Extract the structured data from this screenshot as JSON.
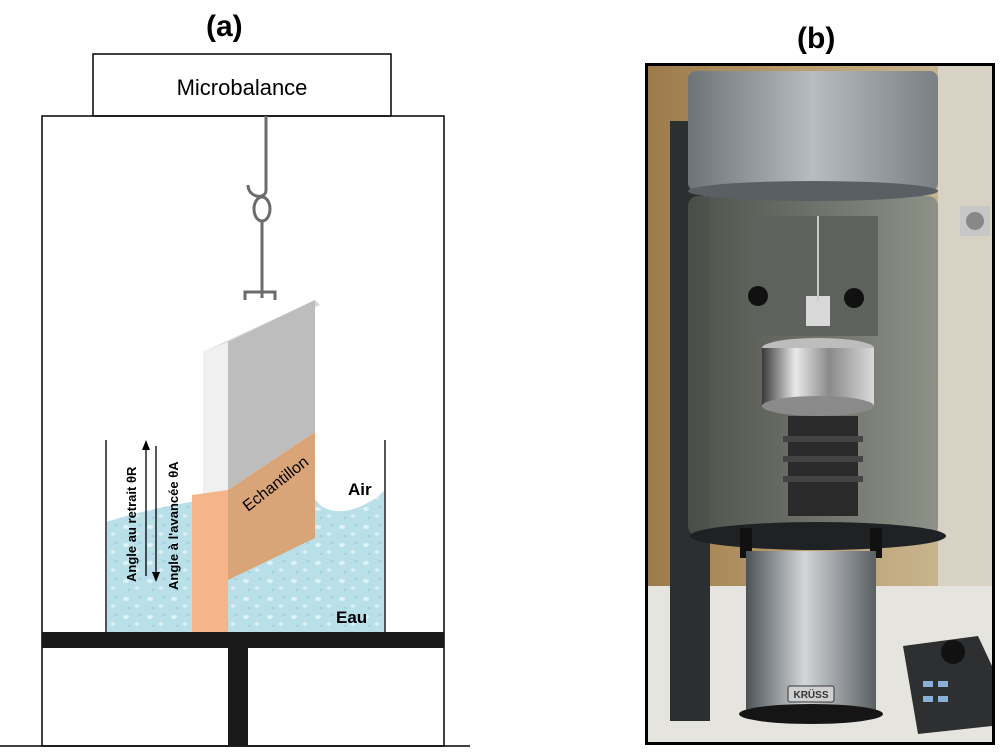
{
  "panels": {
    "a_label": "(a)",
    "b_label": "(b)"
  },
  "diagram": {
    "microbalance_label": "Microbalance",
    "sample_label": "Echantillon",
    "air_label": "Air",
    "water_label": "Eau",
    "receding_angle_label": "Angle au retrait θR",
    "advancing_angle_label": "Angle à l'avancée θA"
  },
  "photo": {
    "brand_label": "KRÜSS"
  },
  "colors": {
    "water": "#b8dde6",
    "sample_wetted": "#d9a477",
    "sample_dry": "#e8e8e8",
    "stand": "#1a1a1a"
  }
}
